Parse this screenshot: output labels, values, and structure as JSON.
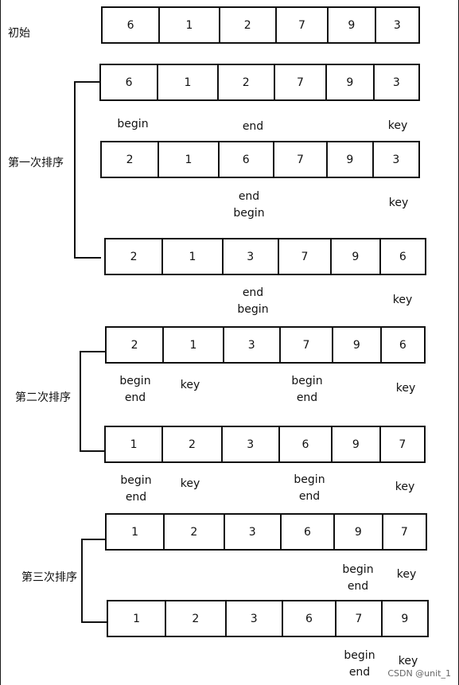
{
  "labels": {
    "initial": "初始",
    "pass1": "第一次排序",
    "pass2": "第二次排序",
    "pass3": "第三次排序"
  },
  "rows": [
    {
      "cells": [
        "6",
        "1",
        "2",
        "7",
        "9",
        "3"
      ]
    },
    {
      "cells": [
        "6",
        "1",
        "2",
        "7",
        "9",
        "3"
      ]
    },
    {
      "cells": [
        "2",
        "1",
        "6",
        "7",
        "9",
        "3"
      ]
    },
    {
      "cells": [
        "2",
        "1",
        "3",
        "7",
        "9",
        "6"
      ]
    },
    {
      "cells": [
        "2",
        "1",
        "3",
        "7",
        "9",
        "6"
      ]
    },
    {
      "cells": [
        "1",
        "2",
        "3",
        "6",
        "9",
        "7"
      ]
    },
    {
      "cells": [
        "1",
        "2",
        "3",
        "6",
        "9",
        "7"
      ]
    },
    {
      "cells": [
        "1",
        "2",
        "3",
        "6",
        "7",
        "9"
      ]
    }
  ],
  "pointers": [
    {
      "text": "begin"
    },
    {
      "text": "end"
    },
    {
      "text": "key"
    },
    {
      "text": "end\nbegin"
    },
    {
      "text": "key"
    },
    {
      "text": "end\nbegin"
    },
    {
      "text": "key"
    },
    {
      "text": "begin\nend"
    },
    {
      "text": "key"
    },
    {
      "text": "begin\nend"
    },
    {
      "text": "key"
    },
    {
      "text": "begin\nend"
    },
    {
      "text": "key"
    },
    {
      "text": "begin\nend"
    },
    {
      "text": "key"
    },
    {
      "text": "begin\nend"
    },
    {
      "text": "key"
    },
    {
      "text": "begin\nend"
    },
    {
      "text": "key"
    }
  ],
  "watermark": "CSDN @unit_1"
}
